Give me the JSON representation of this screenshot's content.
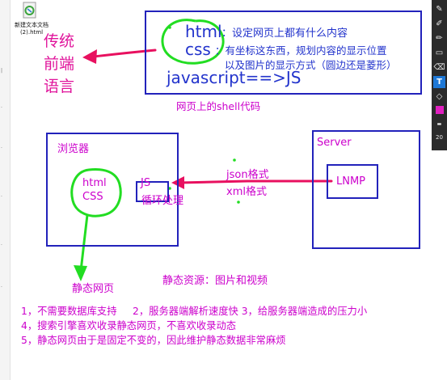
{
  "desktop": {
    "file_icon_label": "新建文本文档 (2).html"
  },
  "left_label": {
    "line1": "传统",
    "line2": "前端",
    "line3": "语言"
  },
  "top_box": {
    "html_label": "html",
    "html_desc": "：设定网页上都有什么内容",
    "css_label": "css",
    "css_desc_line1": "：有坐标这东西，规划内容的显示位置",
    "css_desc_line2": "以及图片的显示方式（圆边还是菱形）",
    "js_label": "javascript==>JS",
    "caption": "网页上的shell代码"
  },
  "browser_box": {
    "title": "浏览器",
    "html_label": "html",
    "css_label": "CSS",
    "js_label": "JS",
    "js_loop_label": "循环处理"
  },
  "server_box": {
    "title": "Server",
    "lnmp_label": "LNMP"
  },
  "arrow_labels": {
    "json": "json格式",
    "xml": "xml格式"
  },
  "static_page_label": "静态网页",
  "static_resources_label": "静态资源：图片和视频",
  "notes": {
    "line1": "1，不需要数据库支持     2，服务器端解析速度快 3，给服务器端造成的压力小",
    "line2": "4，搜索引擎喜欢收录静态网页，不喜欢收录动态",
    "line3": "5，静态网页由于是固定不变的，因此维护静态数据非常麻烦"
  },
  "toolbar": {
    "counter": "20"
  },
  "colors": {
    "annotation": "#e0149b",
    "note_text": "#cc00cc",
    "box_border": "#2222bb",
    "top_box_text": "#2233cc",
    "highlight": "#22dd22",
    "arrow": "#e8105f"
  }
}
